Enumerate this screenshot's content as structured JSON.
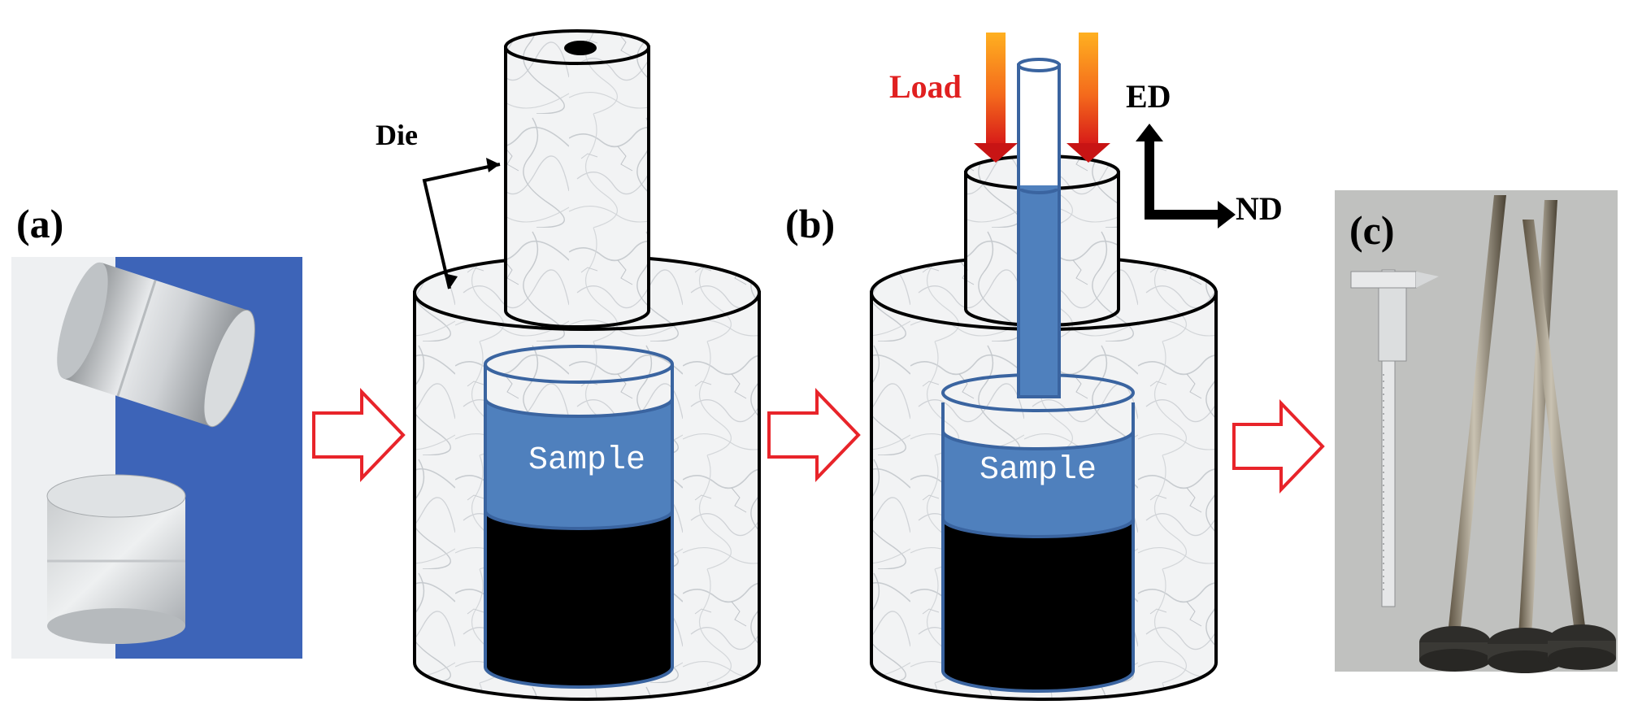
{
  "panels": {
    "a": {
      "label": "(a)"
    },
    "b": {
      "label": "(b)"
    },
    "c": {
      "label": "(c)"
    }
  },
  "diagram_1": {
    "die_label": "Die",
    "sample_label": "Sample"
  },
  "diagram_2": {
    "load_label": "Load",
    "sample_label": "Sample",
    "axes": {
      "ed": "ED",
      "nd": "ND"
    }
  },
  "colors": {
    "sample_blue": "#4f80bd",
    "sample_border": "#3a64a0",
    "arrow_red": "#e8242a",
    "load_red": "#e02020",
    "marble": "#f1f2f3",
    "photo_blue": "#3d64b8"
  }
}
